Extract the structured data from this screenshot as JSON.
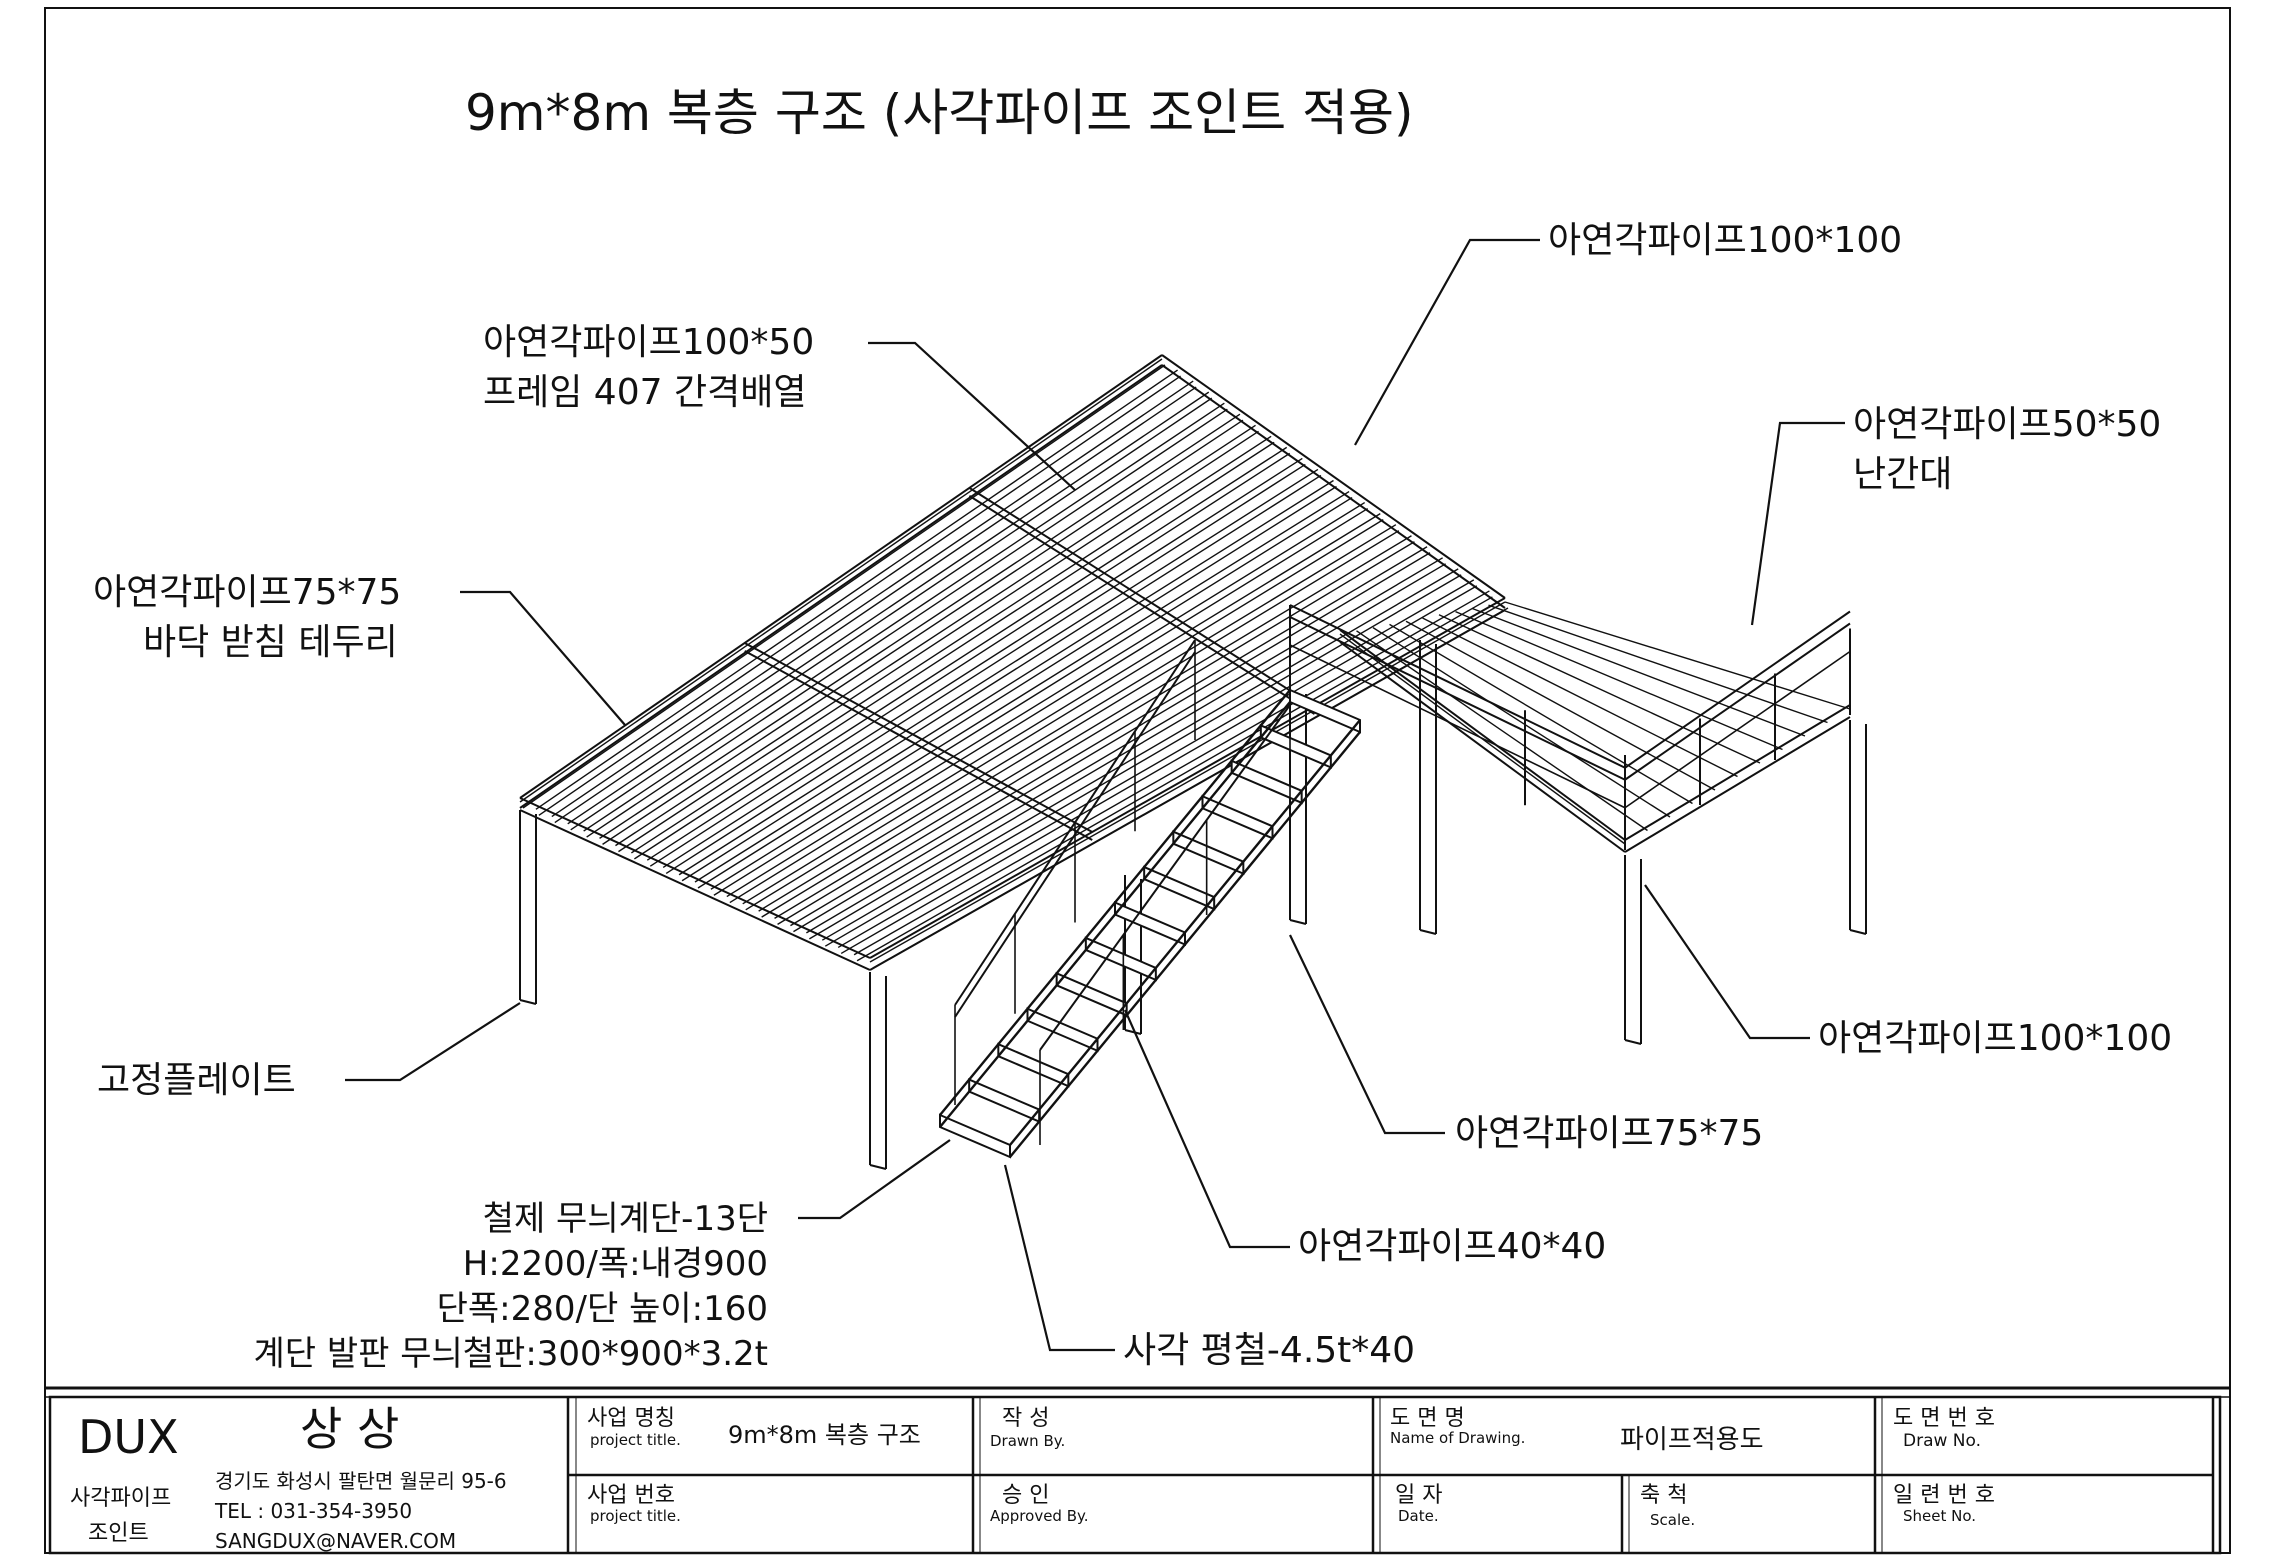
{
  "title": "9m*8m 복층 구조 (사각파이프 조인트 적용)",
  "labels": {
    "pipe100x100_top": "아연각파이프100*100",
    "pipe100x50_line1": "아연각파이프100*50",
    "pipe100x50_line2": "프레임 407 간격배열",
    "pipe50x50_line1": "아연각파이프50*50",
    "pipe50x50_line2": "난간대",
    "pipe75x75_left_line1": "아연각파이프75*75",
    "pipe75x75_left_line2": "바닥 받침 테두리",
    "fixed_plate": "고정플레이트",
    "pipe100x100_right": "아연각파이프100*100",
    "pipe75x75_right": "아연각파이프75*75",
    "pipe40x40": "아연각파이프40*40",
    "flat_bar": "사각 평철-4.5t*40",
    "stair_line1": "철제 무늬계단-13단",
    "stair_line2": "H:2200/폭:내경900",
    "stair_line3": "단폭:280/단 높이:160",
    "stair_line4": "계단 발판 무늬철판:300*900*3.2t"
  },
  "title_block": {
    "company": "DUX",
    "company_kr": "상 상",
    "company_sub1": "사각파이프",
    "company_sub2": "조인트",
    "address": "경기도 화성시 팔탄면 월문리 95-6",
    "tel": "TEL : 031-354-3950",
    "email": "SANGDUX@NAVER.COM",
    "project_name_kr": "사업 명칭",
    "project_name_en": "project title.",
    "project_name_value": "9m*8m 복층 구조",
    "project_no_kr": "사업 번호",
    "project_no_en": "project title.",
    "drawn_kr": "작 성",
    "drawn_en": "Drawn By.",
    "approved_kr": "승 인",
    "approved_en": "Approved By.",
    "drawing_name_kr": "도 면 명",
    "drawing_name_en": "Name of Drawing.",
    "drawing_name_value": "파이프적용도",
    "date_kr": "일 자",
    "date_en": "Date.",
    "scale_kr": "축 척",
    "scale_en": "Scale.",
    "draw_no_kr": "도 면 번 호",
    "draw_no_en": "Draw No.",
    "sheet_no_kr": "일 련 번 호",
    "sheet_no_en": "Sheet No."
  },
  "colors": {
    "line": "#111111",
    "background": "#ffffff"
  }
}
